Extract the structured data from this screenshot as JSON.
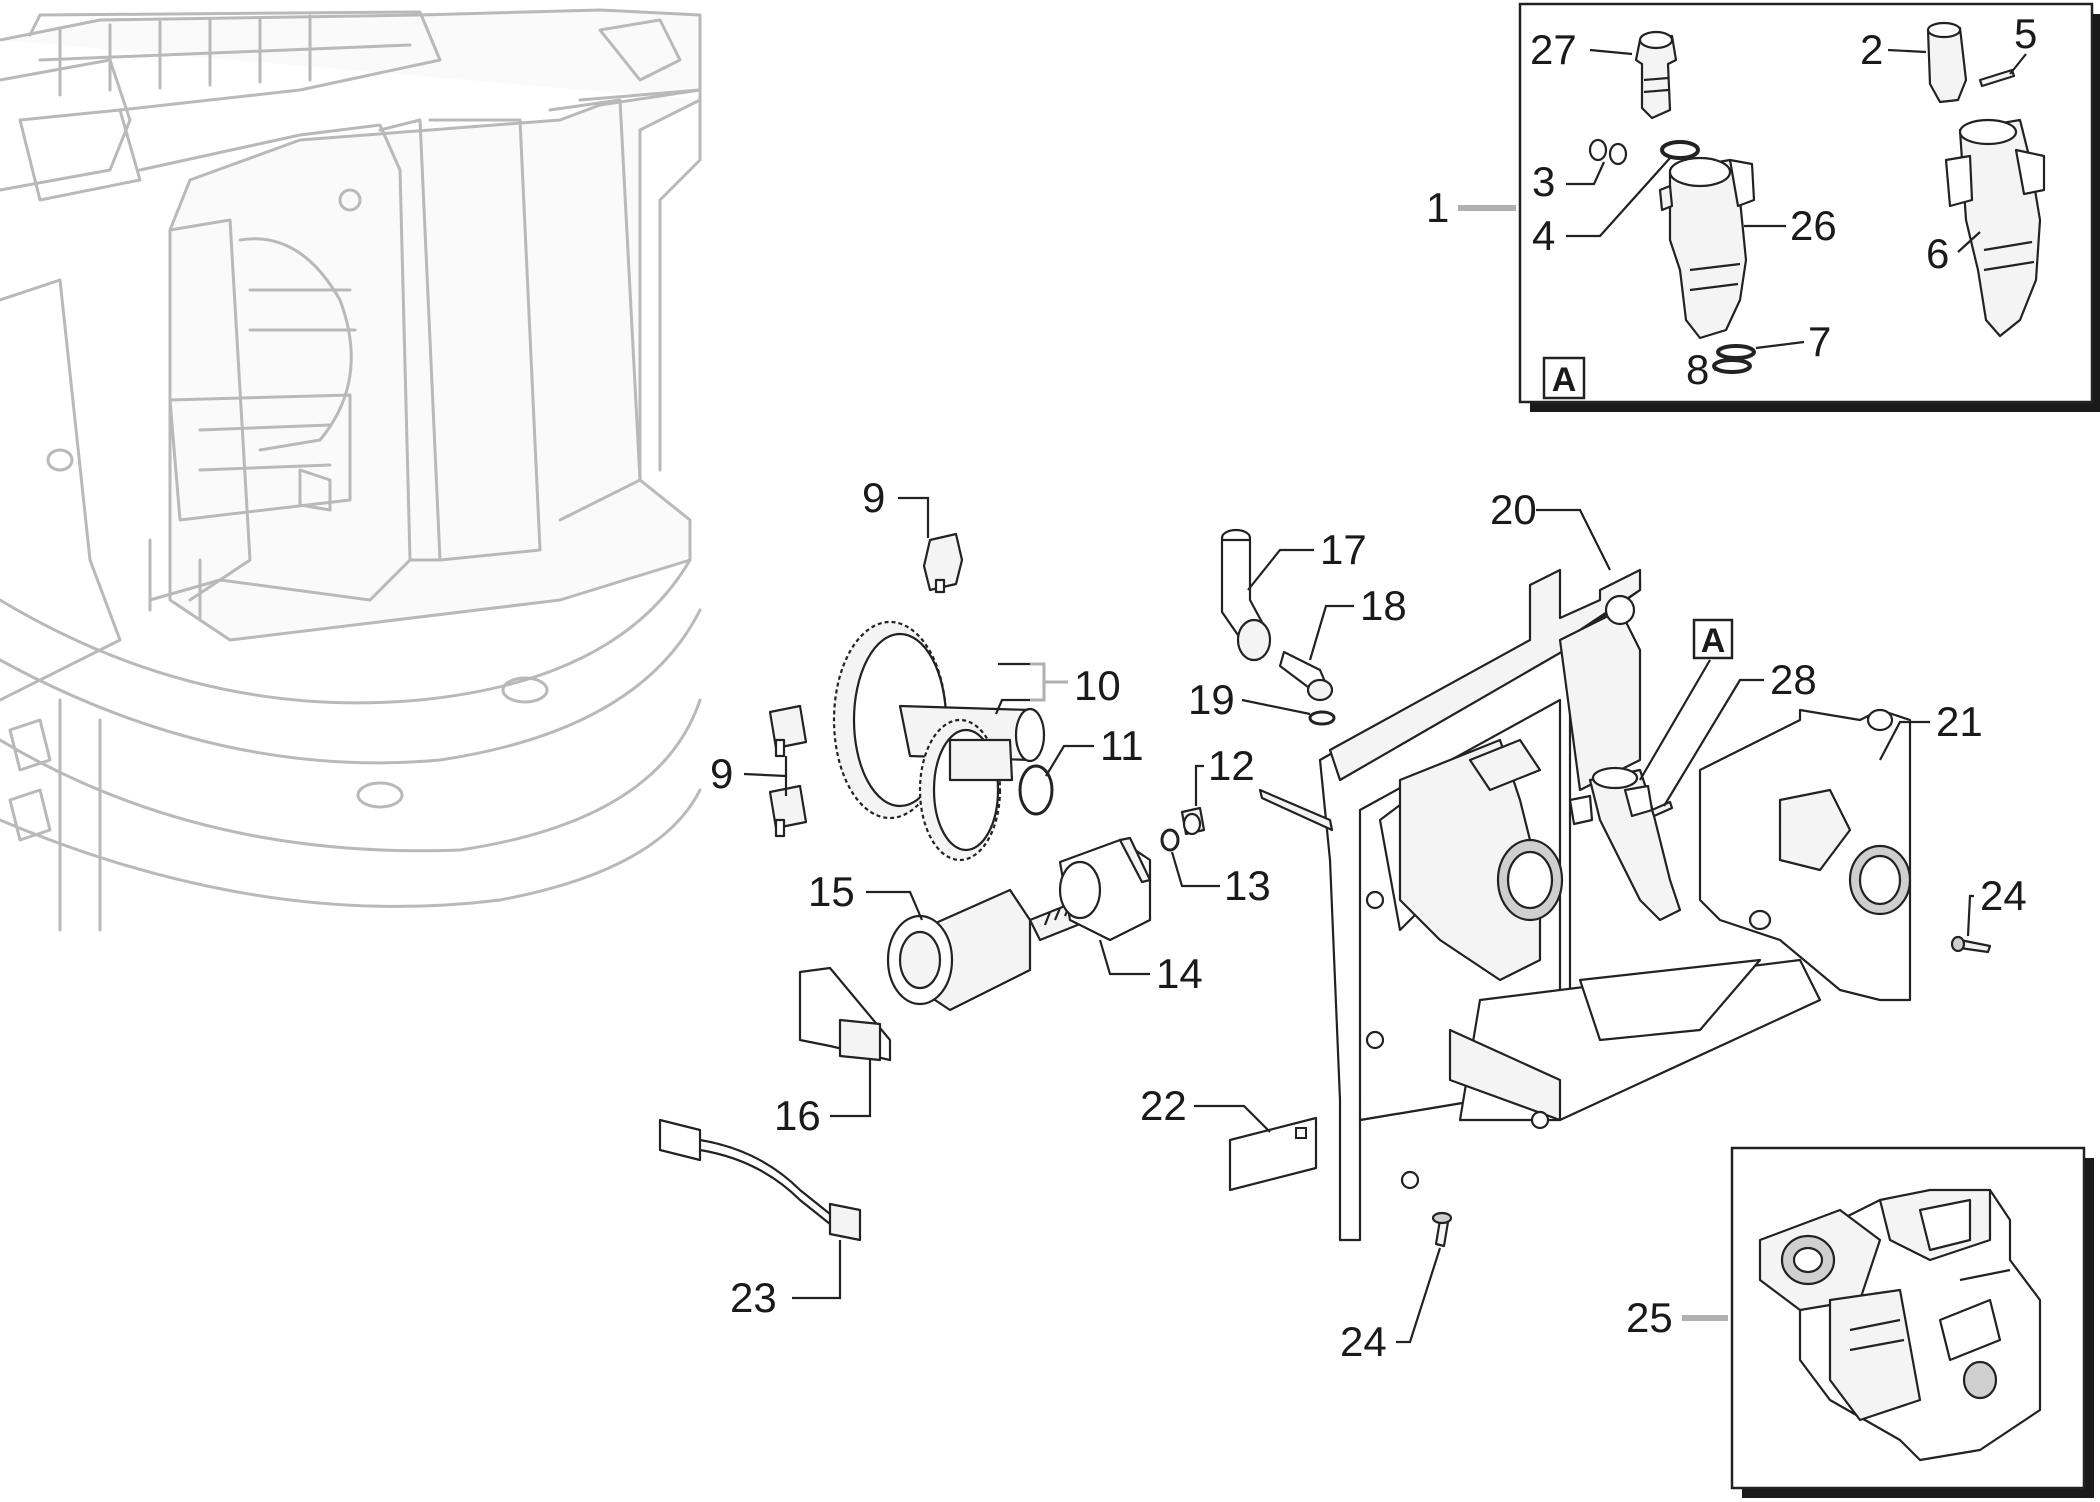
{
  "callouts": {
    "c1": "1",
    "c2": "2",
    "c3": "3",
    "c4": "4",
    "c5": "5",
    "c6": "6",
    "c7": "7",
    "c8": "8",
    "c9a": "9",
    "c9b": "9",
    "c10": "10",
    "c11": "11",
    "c12": "12",
    "c13": "13",
    "c14": "14",
    "c15": "15",
    "c16": "16",
    "c17": "17",
    "c18": "18",
    "c19": "19",
    "c20": "20",
    "c21": "21",
    "c22": "22",
    "c23": "23",
    "c24a": "24",
    "c24b": "24",
    "c25": "25",
    "c26": "26",
    "c27": "27",
    "c28": "28"
  },
  "detail_markers": {
    "inset": "A",
    "main": "A"
  },
  "colors": {
    "line": "#222222",
    "ghost": "#b9b9b9",
    "leader_gray": "#b0b0b0",
    "shadow": "#1a1a1a"
  }
}
